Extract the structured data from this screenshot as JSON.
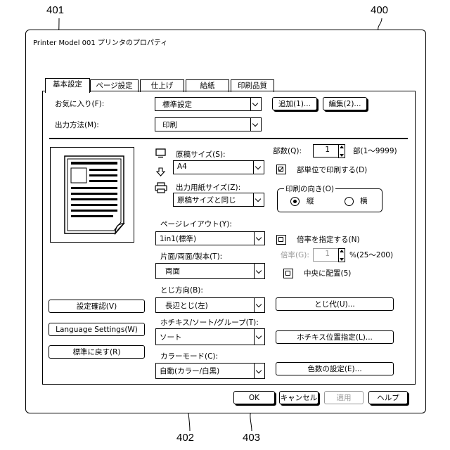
{
  "refs": {
    "r401": "401",
    "r400": "400",
    "r402": "402",
    "r403": "403"
  },
  "window": {
    "title": "Printer Model 001 プリンタのプロパティ"
  },
  "tabs": [
    {
      "label": "基本設定",
      "active": true
    },
    {
      "label": "ページ設定",
      "active": false
    },
    {
      "label": "仕上げ",
      "active": false
    },
    {
      "label": "給紙",
      "active": false
    },
    {
      "label": "印刷品質",
      "active": false
    }
  ],
  "favorites": {
    "label": "お気に入り(F):",
    "value": "標準設定",
    "add_label": "追加(1)...",
    "edit_label": "編集(2)..."
  },
  "output_method": {
    "label": "出力方法(M):",
    "value": "印刷"
  },
  "original_size": {
    "label": "原稿サイズ(S):",
    "value": "A4"
  },
  "paper_size": {
    "label": "出力用紙サイズ(Z):",
    "value": "原稿サイズと同じ"
  },
  "page_layout": {
    "label": "ページレイアウト(Y):",
    "value": "1in1(標準)"
  },
  "duplex": {
    "label": "片面/両面/製本(T):",
    "value": "両面"
  },
  "binding": {
    "label": "とじ方向(B):",
    "value": "長辺とじ(左)"
  },
  "staple": {
    "label": "ホチキス/ソート/グループ(T):",
    "value": "ソート"
  },
  "color_mode": {
    "label": "カラーモード(C):",
    "value": "自動(カラー/白黒)"
  },
  "copies": {
    "label": "部数(Q):",
    "value": "1",
    "range": "部(1〜9999)"
  },
  "collate": {
    "label": "部単位で印刷する(D)",
    "checked": true
  },
  "orientation": {
    "legend": "印刷の向き(O)",
    "portrait": "縦",
    "landscape": "横",
    "selected": "portrait"
  },
  "scale": {
    "label": "倍率を指定する(N)",
    "checked": false,
    "field_label": "倍率(G):",
    "value": "1",
    "range": "%(25〜200)"
  },
  "center": {
    "label": "中央に配置(5)",
    "checked": false
  },
  "left_buttons": {
    "confirm": "設定確認(V)",
    "language": "Language Settings(W)",
    "reset": "標準に戻す(R)"
  },
  "right_buttons": {
    "margin": "とじ代(U)...",
    "staple_pos": "ホチキス位置指定(L)...",
    "color_count": "色数の設定(E)..."
  },
  "footer": {
    "ok": "OK",
    "cancel": "キャンセル",
    "apply": "適用",
    "help": "ヘルプ"
  }
}
